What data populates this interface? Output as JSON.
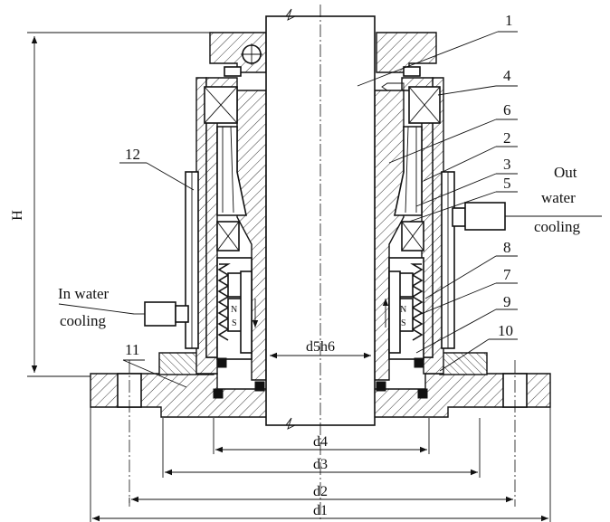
{
  "part_labels": {
    "p1": "1",
    "p2": "2",
    "p3": "3",
    "p4": "4",
    "p5": "5",
    "p6": "6",
    "p7": "7",
    "p8": "8",
    "p9": "9",
    "p10": "10",
    "p11": "11",
    "p12": "12"
  },
  "annotations": {
    "out_line1": "Out",
    "out_line2": "water",
    "out_line3": "cooling",
    "in_line1": "In water",
    "in_line2": "cooling"
  },
  "dimensions": {
    "height": "H",
    "shaft": "d5h6",
    "d1": "d1",
    "d2": "d2",
    "d3": "d3",
    "d4": "d4"
  },
  "magnet_poles": {
    "north": "N",
    "south": "S"
  }
}
